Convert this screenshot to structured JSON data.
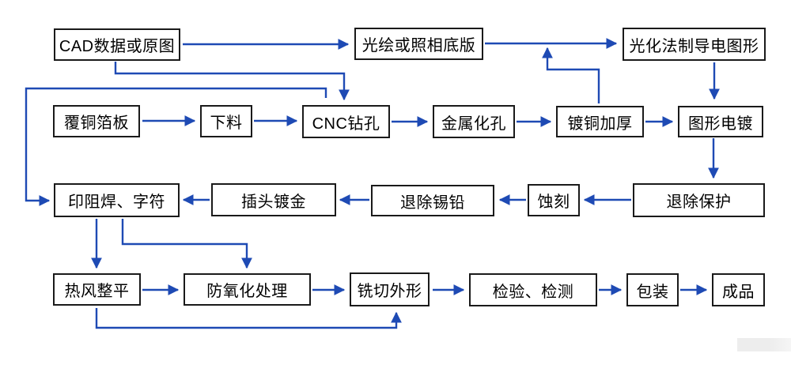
{
  "colors": {
    "arrow": "#1e4ab4",
    "box_border": "#1a1a1a",
    "box_background": "#ffffff",
    "text": "#000000",
    "watermark_remnant": "#ededed"
  },
  "nodes": {
    "cad": {
      "label": "CAD数据或原图"
    },
    "film": {
      "label": "光绘或照相底版"
    },
    "photochem": {
      "label": "光化法制导电图形"
    },
    "ccl": {
      "label": "覆铜箔板"
    },
    "blanking": {
      "label": "下料"
    },
    "cnc": {
      "label": "CNC钻孔"
    },
    "metalize": {
      "label": "金属化孔"
    },
    "copper_plating": {
      "label": "镀铜加厚"
    },
    "pattern_plating": {
      "label": "图形电镀"
    },
    "soldermask": {
      "label": "印阻焊、字符"
    },
    "gold_fingers": {
      "label": "插头镀金"
    },
    "strip_tin": {
      "label": "退除锡铅"
    },
    "etching": {
      "label": "蚀刻"
    },
    "strip_resist": {
      "label": "退除保护"
    },
    "hasl": {
      "label": "热风整平"
    },
    "antioxidation": {
      "label": "防氧化处理"
    },
    "routing": {
      "label": "铣切外形"
    },
    "inspection": {
      "label": "检验、检测"
    },
    "packing": {
      "label": "包装"
    },
    "product": {
      "label": "成品"
    }
  },
  "edges": [
    {
      "from": "cad",
      "to": "film"
    },
    {
      "from": "film",
      "to": "photochem"
    },
    {
      "from": "photochem",
      "to": "pattern_plating"
    },
    {
      "from": "cad",
      "to": "cnc"
    },
    {
      "from": "cnc_area",
      "to": "soldermask"
    },
    {
      "from": "copper_plating",
      "to": "film_photochem_line"
    },
    {
      "from": "ccl",
      "to": "blanking"
    },
    {
      "from": "blanking",
      "to": "cnc"
    },
    {
      "from": "cnc",
      "to": "metalize"
    },
    {
      "from": "metalize",
      "to": "copper_plating"
    },
    {
      "from": "copper_plating",
      "to": "pattern_plating"
    },
    {
      "from": "pattern_plating",
      "to": "strip_resist"
    },
    {
      "from": "strip_resist",
      "to": "etching"
    },
    {
      "from": "etching",
      "to": "strip_tin"
    },
    {
      "from": "strip_tin",
      "to": "gold_fingers"
    },
    {
      "from": "gold_fingers",
      "to": "soldermask"
    },
    {
      "from": "soldermask",
      "to": "hasl"
    },
    {
      "from": "soldermask",
      "to": "antioxidation"
    },
    {
      "from": "hasl",
      "to": "antioxidation"
    },
    {
      "from": "antioxidation",
      "to": "routing"
    },
    {
      "from": "routing",
      "to": "inspection"
    },
    {
      "from": "inspection",
      "to": "packing"
    },
    {
      "from": "packing",
      "to": "product"
    },
    {
      "from": "hasl",
      "to": "routing"
    }
  ]
}
